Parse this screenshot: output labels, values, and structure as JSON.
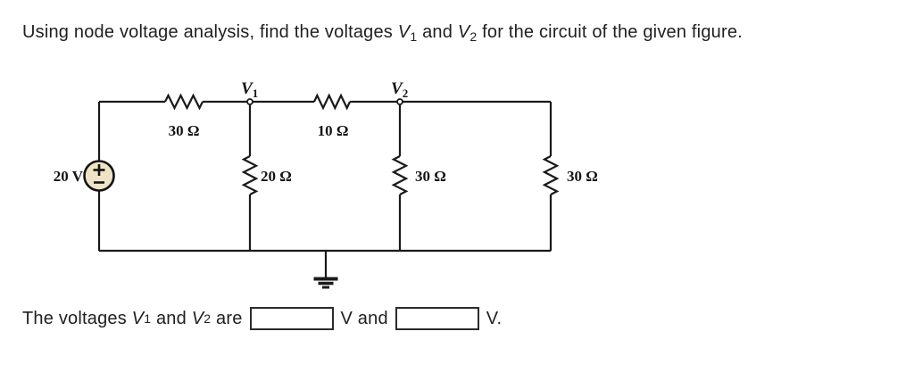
{
  "question": {
    "text_before": "Using node voltage analysis, find the voltages ",
    "v1_base": "V",
    "v1_sub": "1",
    "text_mid": " and ",
    "v2_base": "V",
    "v2_sub": "2",
    "text_after": " for the circuit of the given figure."
  },
  "circuit": {
    "source": {
      "label": "20 V"
    },
    "resistors": {
      "top_left": "30 Ω",
      "top_mid": "10 Ω",
      "shunt_v1": "20 Ω",
      "shunt_v2": "30 Ω",
      "right": "30 Ω"
    },
    "nodes": {
      "v1_base": "V",
      "v1_sub": "1",
      "v2_base": "V",
      "v2_sub": "2"
    },
    "icons": {
      "source_plus": "plus-icon",
      "source_minus": "minus-icon",
      "ground": "ground-icon"
    },
    "colors": {
      "wire": "#1a1a1a",
      "source_fill": "#efe3c6"
    }
  },
  "answer": {
    "text_before": "The voltages ",
    "v1_base": "V",
    "v1_sub": "1",
    "text_mid": " and ",
    "v2_base": "V",
    "v2_sub": "2",
    "text_are": " are",
    "unit_mid": "V and",
    "unit_end": "V.",
    "input1": {
      "value": "",
      "placeholder": ""
    },
    "input2": {
      "value": "",
      "placeholder": ""
    }
  }
}
